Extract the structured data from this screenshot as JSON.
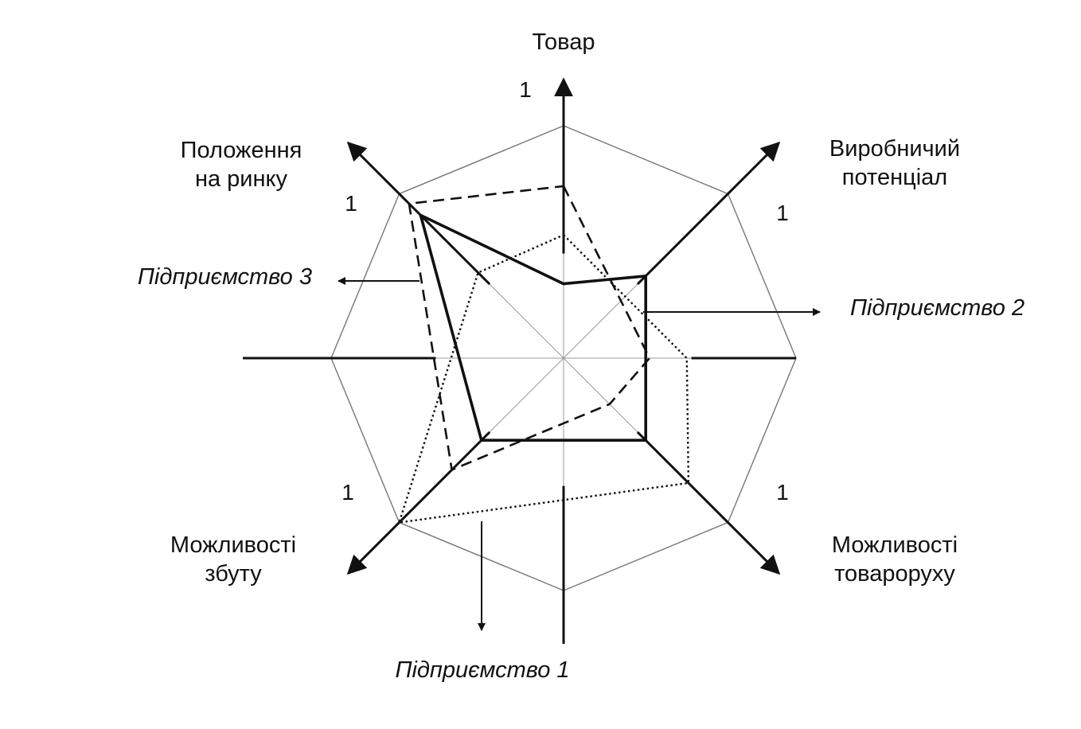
{
  "chart_data": {
    "type": "radar",
    "axes": [
      {
        "id": "tovar",
        "label_lines": [
          "Товар"
        ],
        "max_label": "1",
        "angle": 90
      },
      {
        "id": "vyrobnychyi",
        "label_lines": [
          "Виробничий",
          "потенціал"
        ],
        "max_label": "1",
        "angle": 45
      },
      {
        "id": "tovarorukh",
        "label_lines": [
          "Можливості",
          "товароруху"
        ],
        "max_label": "1",
        "angle": -45
      },
      {
        "id": "zbut",
        "label_lines": [
          "Можливості",
          "збуту"
        ],
        "max_label": "1",
        "angle": -135
      },
      {
        "id": "polozhennia",
        "label_lines": [
          "Положення",
          "на ринку"
        ],
        "max_label": "1",
        "angle": 135
      }
    ],
    "series": [
      {
        "name": "Підприємство 1",
        "line_style": "dotted",
        "points": [
          {
            "r": 0.53,
            "deg": 90
          },
          {
            "r": 0.53,
            "deg": 0
          },
          {
            "r": 0.76,
            "deg": -45
          },
          {
            "r": 1.0,
            "deg": -135
          },
          {
            "r": 0.52,
            "deg": 135
          }
        ]
      },
      {
        "name": "Підприємство 2",
        "line_style": "solid",
        "points": [
          {
            "r": 0.32,
            "deg": 90
          },
          {
            "r": 0.5,
            "deg": 45
          },
          {
            "r": 0.5,
            "deg": -45
          },
          {
            "r": 0.5,
            "deg": -135
          },
          {
            "r": 0.87,
            "deg": 135
          }
        ]
      },
      {
        "name": "Підприємство 3",
        "line_style": "dashed",
        "points": [
          {
            "r": 0.74,
            "deg": 90
          },
          {
            "r": 0.37,
            "deg": 0
          },
          {
            "r": 0.28,
            "deg": -45
          },
          {
            "r": 0.68,
            "deg": -135
          },
          {
            "r": 0.94,
            "deg": 135
          }
        ]
      }
    ],
    "series_callouts": [
      {
        "label": "Підприємство 3",
        "direction": "left"
      },
      {
        "label": "Підприємство 2",
        "direction": "right"
      },
      {
        "label": "Підприємство 1",
        "direction": "down"
      }
    ]
  }
}
